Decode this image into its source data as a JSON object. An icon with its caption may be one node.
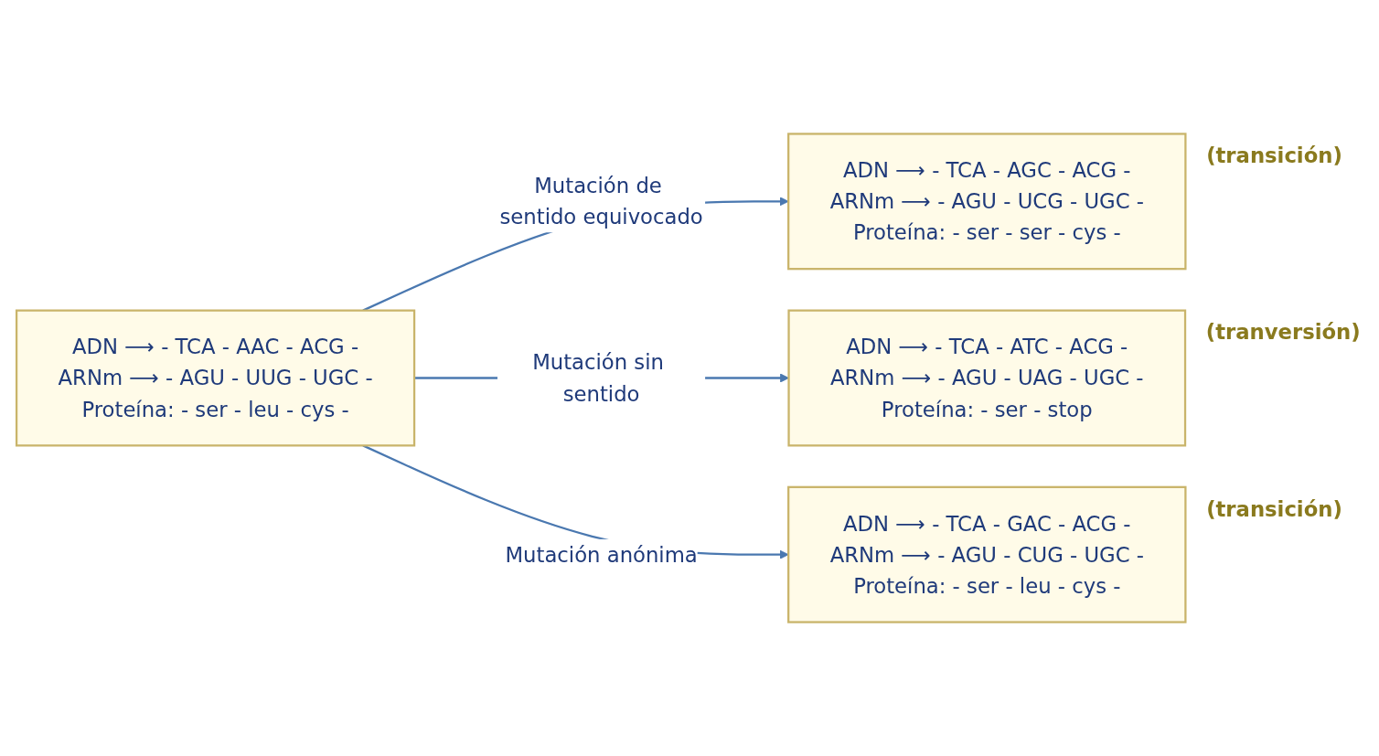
{
  "diagram": {
    "nodes": [
      {
        "text": [
          "ADN ⟶ - TCA - AAC - ACG -",
          "ARNm ⟶ - AGU - UUG - UGC -",
          "Proteína: - ser - leu - cys -"
        ]
      },
      {
        "text": [
          "ADN ⟶ - TCA - AGC - ACG -",
          "ARNm ⟶ - AGU - UCG - UGC -",
          "Proteína: - ser - ser - cys -"
        ],
        "beside": [
          "(transición)"
        ]
      },
      {
        "text": [
          "ADN ⟶ - TCA - ATC - ACG -",
          "ARNm ⟶ - AGU - UAG - UGC -",
          "Proteína: - ser - stop"
        ],
        "beside": [
          "(tranversión)"
        ]
      },
      {
        "text": [
          "ADN ⟶ - TCA - GAC - ACG -",
          "ARNm ⟶ - AGU - CUG - UGC -",
          "Proteína: - ser - leu - cys -"
        ],
        "beside": [
          "(transición)"
        ]
      }
    ],
    "edges": [
      {
        "from": 0,
        "to": 1,
        "arrow": "to",
        "label": "Mutación de sentido equivocado"
      },
      {
        "from": 0,
        "to": 2,
        "arrow": "to",
        "label": "Mutación sin sentido"
      },
      {
        "from": 0,
        "to": 3,
        "arrow": "to",
        "label": "Mutación anónima"
      }
    ]
  }
}
